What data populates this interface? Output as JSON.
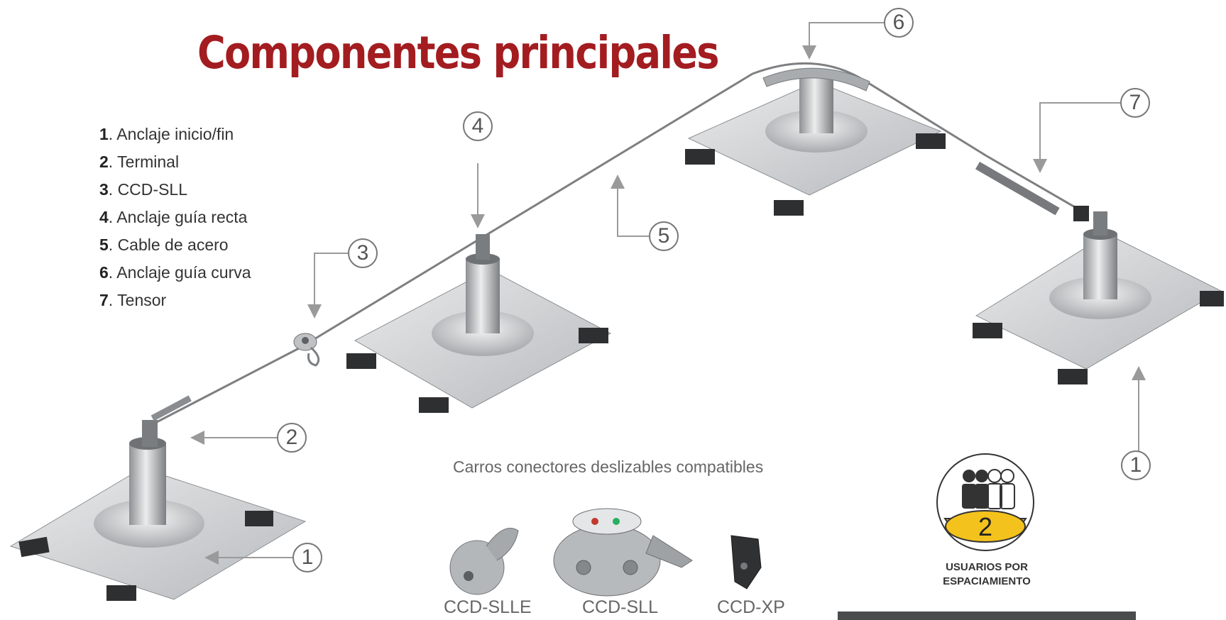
{
  "title": "Componentes principales",
  "legend": [
    {
      "num": "1",
      "label": ". Anclaje inicio/fin"
    },
    {
      "num": "2",
      "label": ". Terminal"
    },
    {
      "num": "3",
      "label": ". CCD-SLL"
    },
    {
      "num": "4",
      "label": ". Anclaje guía recta"
    },
    {
      "num": "5",
      "label": ". Cable de acero"
    },
    {
      "num": "6",
      "label": ". Anclaje guía curva"
    },
    {
      "num": "7",
      "label": ". Tensor"
    }
  ],
  "callouts": {
    "c1a": "1",
    "c1b": "1",
    "c2": "2",
    "c3": "3",
    "c4": "4",
    "c5": "5",
    "c6": "6",
    "c7": "7"
  },
  "carros": {
    "title": "Carros conectores deslizables compatibles",
    "products": [
      "CCD-SLLE",
      "CCD-SLL",
      "CCD-XP"
    ]
  },
  "badge": {
    "number": "2",
    "line1": "USUARIOS POR",
    "line2": "ESPACIAMIENTO",
    "accent": "#f4c21c"
  },
  "colors": {
    "title": "#a31c20",
    "metal": "#c9cbcd",
    "cable": "#7d7f81",
    "arrow": "#9a9a9a"
  }
}
